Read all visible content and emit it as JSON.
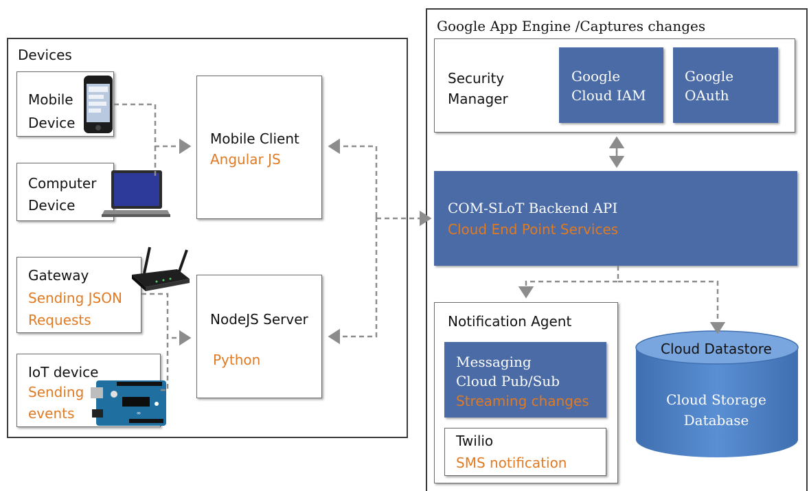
{
  "devices": {
    "title": "Devices",
    "mobile": "Mobile\nDevice",
    "computer": "Computer\nDevice",
    "gateway": {
      "name": "Gateway",
      "desc": "Sending JSON\nRequests"
    },
    "iot": {
      "name": "IoT device",
      "desc": "Sending\nevents"
    },
    "mobile_client": {
      "name": "Mobile Client",
      "tech": "Angular JS"
    },
    "node_server": {
      "name": "NodeJS Server",
      "tech": "Python"
    }
  },
  "gae": {
    "title": "Google App Engine /Captures changes",
    "security_manager": "Security\nManager",
    "cloud_iam": "Google\nCloud IAM",
    "oauth": "Google\nOAuth",
    "backend": {
      "name": "COM-SLoT Backend API",
      "desc": "Cloud End Point Services"
    },
    "notification_agent": {
      "title": "Notification Agent",
      "messaging": {
        "name": "Messaging\nCloud Pub/Sub",
        "desc": "Streaming changes"
      },
      "twilio": {
        "name": "Twilio",
        "desc": "SMS notification"
      }
    },
    "datastore": {
      "title": "Cloud Datastore",
      "label": "Cloud Storage\nDatabase"
    }
  },
  "colors": {
    "accent_orange": "#e07a23",
    "block_blue": "#4a6ba5",
    "cylinder_blue": "#4c7fc4",
    "arrow_gray": "#8c8c8c"
  }
}
